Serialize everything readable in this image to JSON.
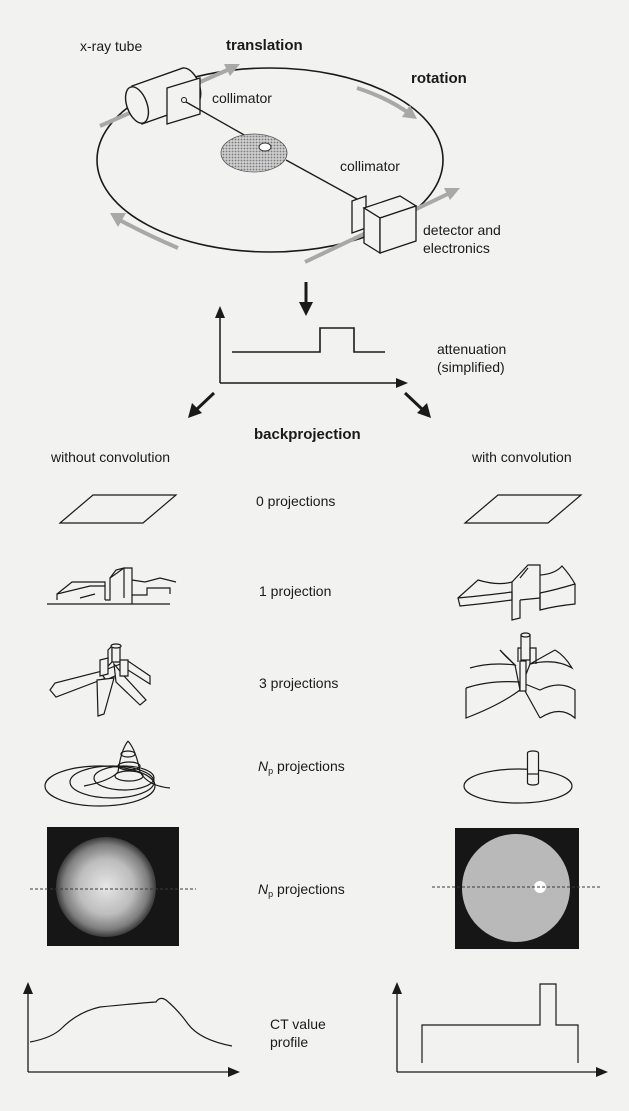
{
  "labels": {
    "xray_tube": "x-ray tube",
    "translation": "translation",
    "rotation": "rotation",
    "collimator_top": "collimator",
    "collimator_bottom": "collimator",
    "detector_line1": "detector and",
    "detector_line2": "electronics",
    "attenuation_line1": "attenuation",
    "attenuation_line2": "(simplified)",
    "backprojection": "backprojection",
    "without_convolution": "without convolution",
    "with_convolution": "with convolution",
    "row0": "0 projections",
    "row1": "1 projection",
    "row3": "3 projections",
    "np_symbol": "N",
    "np_sub": "p",
    "np_text": " projections",
    "ct_line1": "CT value",
    "ct_line2": "profile"
  },
  "colors": {
    "line": "#1a1a1a",
    "arrow_gray": "#a8a8a8",
    "object_fill": "#b8b8b8",
    "image_bg": "#161616",
    "image_disk": "#b9b9b9"
  }
}
